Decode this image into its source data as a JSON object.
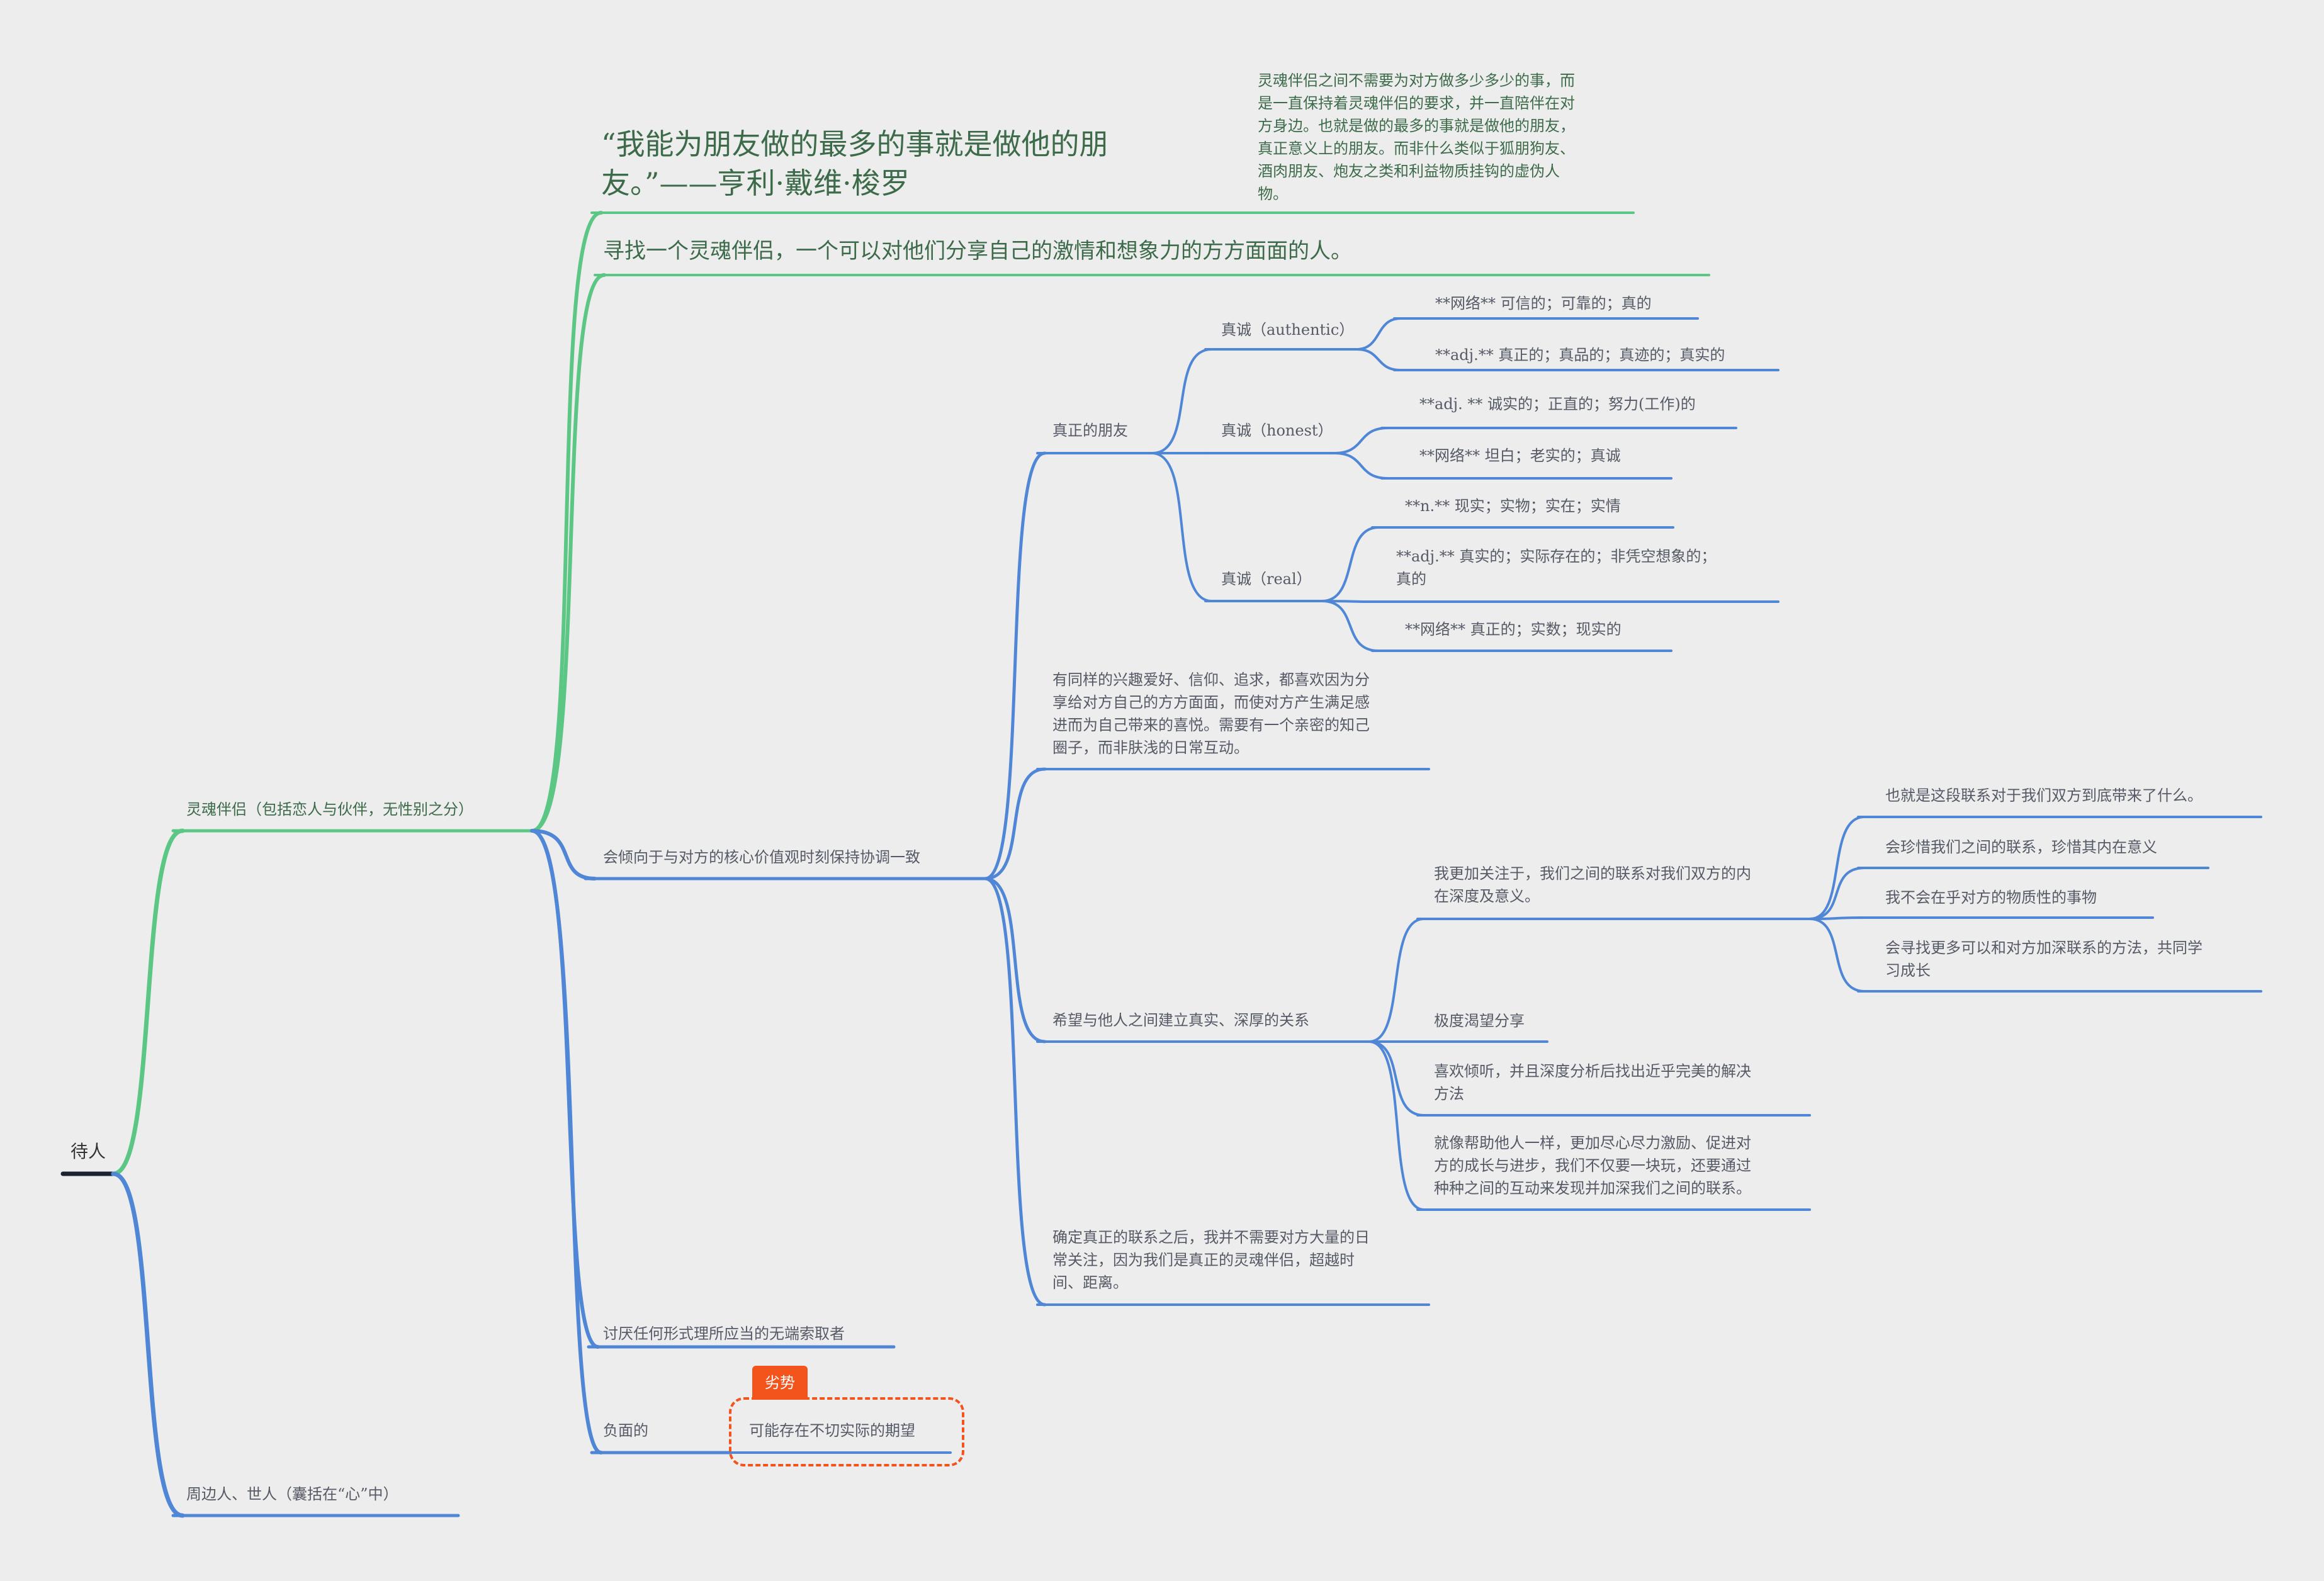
{
  "root": "待人",
  "soulmate": {
    "label": "灵魂伴侣（包括恋人与伙伴，无性别之分）",
    "quote": "“我能为朋友做的最多的事就是做他的朋\n友。”——亨利·戴维·梭罗",
    "quote_note": "灵魂伴侣之间不需要为对方做多少多少的事，而\n是一直保持着灵魂伴侣的要求，并一直陪伴在对\n方身边。也就是做的最多的事就是做他的朋友，\n真正意义上的朋友。而非什么类似于狐朋狗友、\n酒肉朋友、炮友之类和利益物质挂钩的虚伪人\n物。",
    "seek": "寻找一个灵魂伴侣，一个可以对他们分享自己的激情和想象力的方方面面的人。",
    "core": "会倾向于与对方的核心价值观时刻保持协调一致",
    "true_friend": "真正的朋友",
    "authentic": "真诚（authentic）",
    "authentic_1": "**网络**  可信的；可靠的；真的",
    "authentic_2": "**adj.**  真正的；真品的；真迹的；真实的",
    "honest": "真诚（honest）",
    "honest_1": "**adj. ** 诚实的；正直的；努力(工作)的",
    "honest_2": "**网络**  坦白；老实的；真诚",
    "real": "真诚（real）",
    "real_1": "**n.**  现实；实物；实在；实情",
    "real_2": "  **adj.**  真实的；实际存在的；非凭空想象的；\n真的",
    "real_3": "**网络**  真正的；实数；现实的",
    "share": "有同样的兴趣爱好、信仰、追求，都喜欢因为分\n享给对方自己的方方面面，而使对方产生满足感\n进而为自己带来的喜悦。需要有一个亲密的知己\n圈子，而非肤浅的日常互动。",
    "relation": "希望与他人之间建立真实、深厚的关系",
    "focus": "我更加关注于，我们之间的联系对我们双方的内\n在深度及意义。",
    "focus_1": "也就是这段联系对于我们双方到底带来了什么。",
    "focus_2": "会珍惜我们之间的联系，珍惜其内在意义",
    "focus_3": "我不会在乎对方的物质性的事物",
    "focus_4": "会寻找更多可以和对方加深联系的方法，共同学\n习成长",
    "crave": "极度渴望分享",
    "listen": "喜欢倾听，并且深度分析后找出近乎完美的解决\n方法",
    "help": "就像帮助他人一样，更加尽心尽力激励、促进对\n方的成长与进步，我们不仅要一块玩，还要通过\n种种之间的互动来发现并加深我们之间的联系。",
    "confirm": "确定真正的联系之后，我并不需要对方大量的日\n常关注，因为我们是真正的灵魂伴侣，超越时\n间、距离。",
    "dislike": "讨厌任何形式理所应当的无端索取者",
    "negative": "负面的",
    "negative_badge": "劣势",
    "negative_item": "可能存在不切实际的期望"
  },
  "others": "周边人、世人（囊括在“心”中）",
  "colors": {
    "background": "#ededed",
    "green_branch": "#5cc685",
    "blue_branch": "#4f86d6",
    "root_underline": "#1b2333",
    "badge": "#f2541b",
    "green_text": "#3d6b4a",
    "body_text": "#555a66"
  }
}
